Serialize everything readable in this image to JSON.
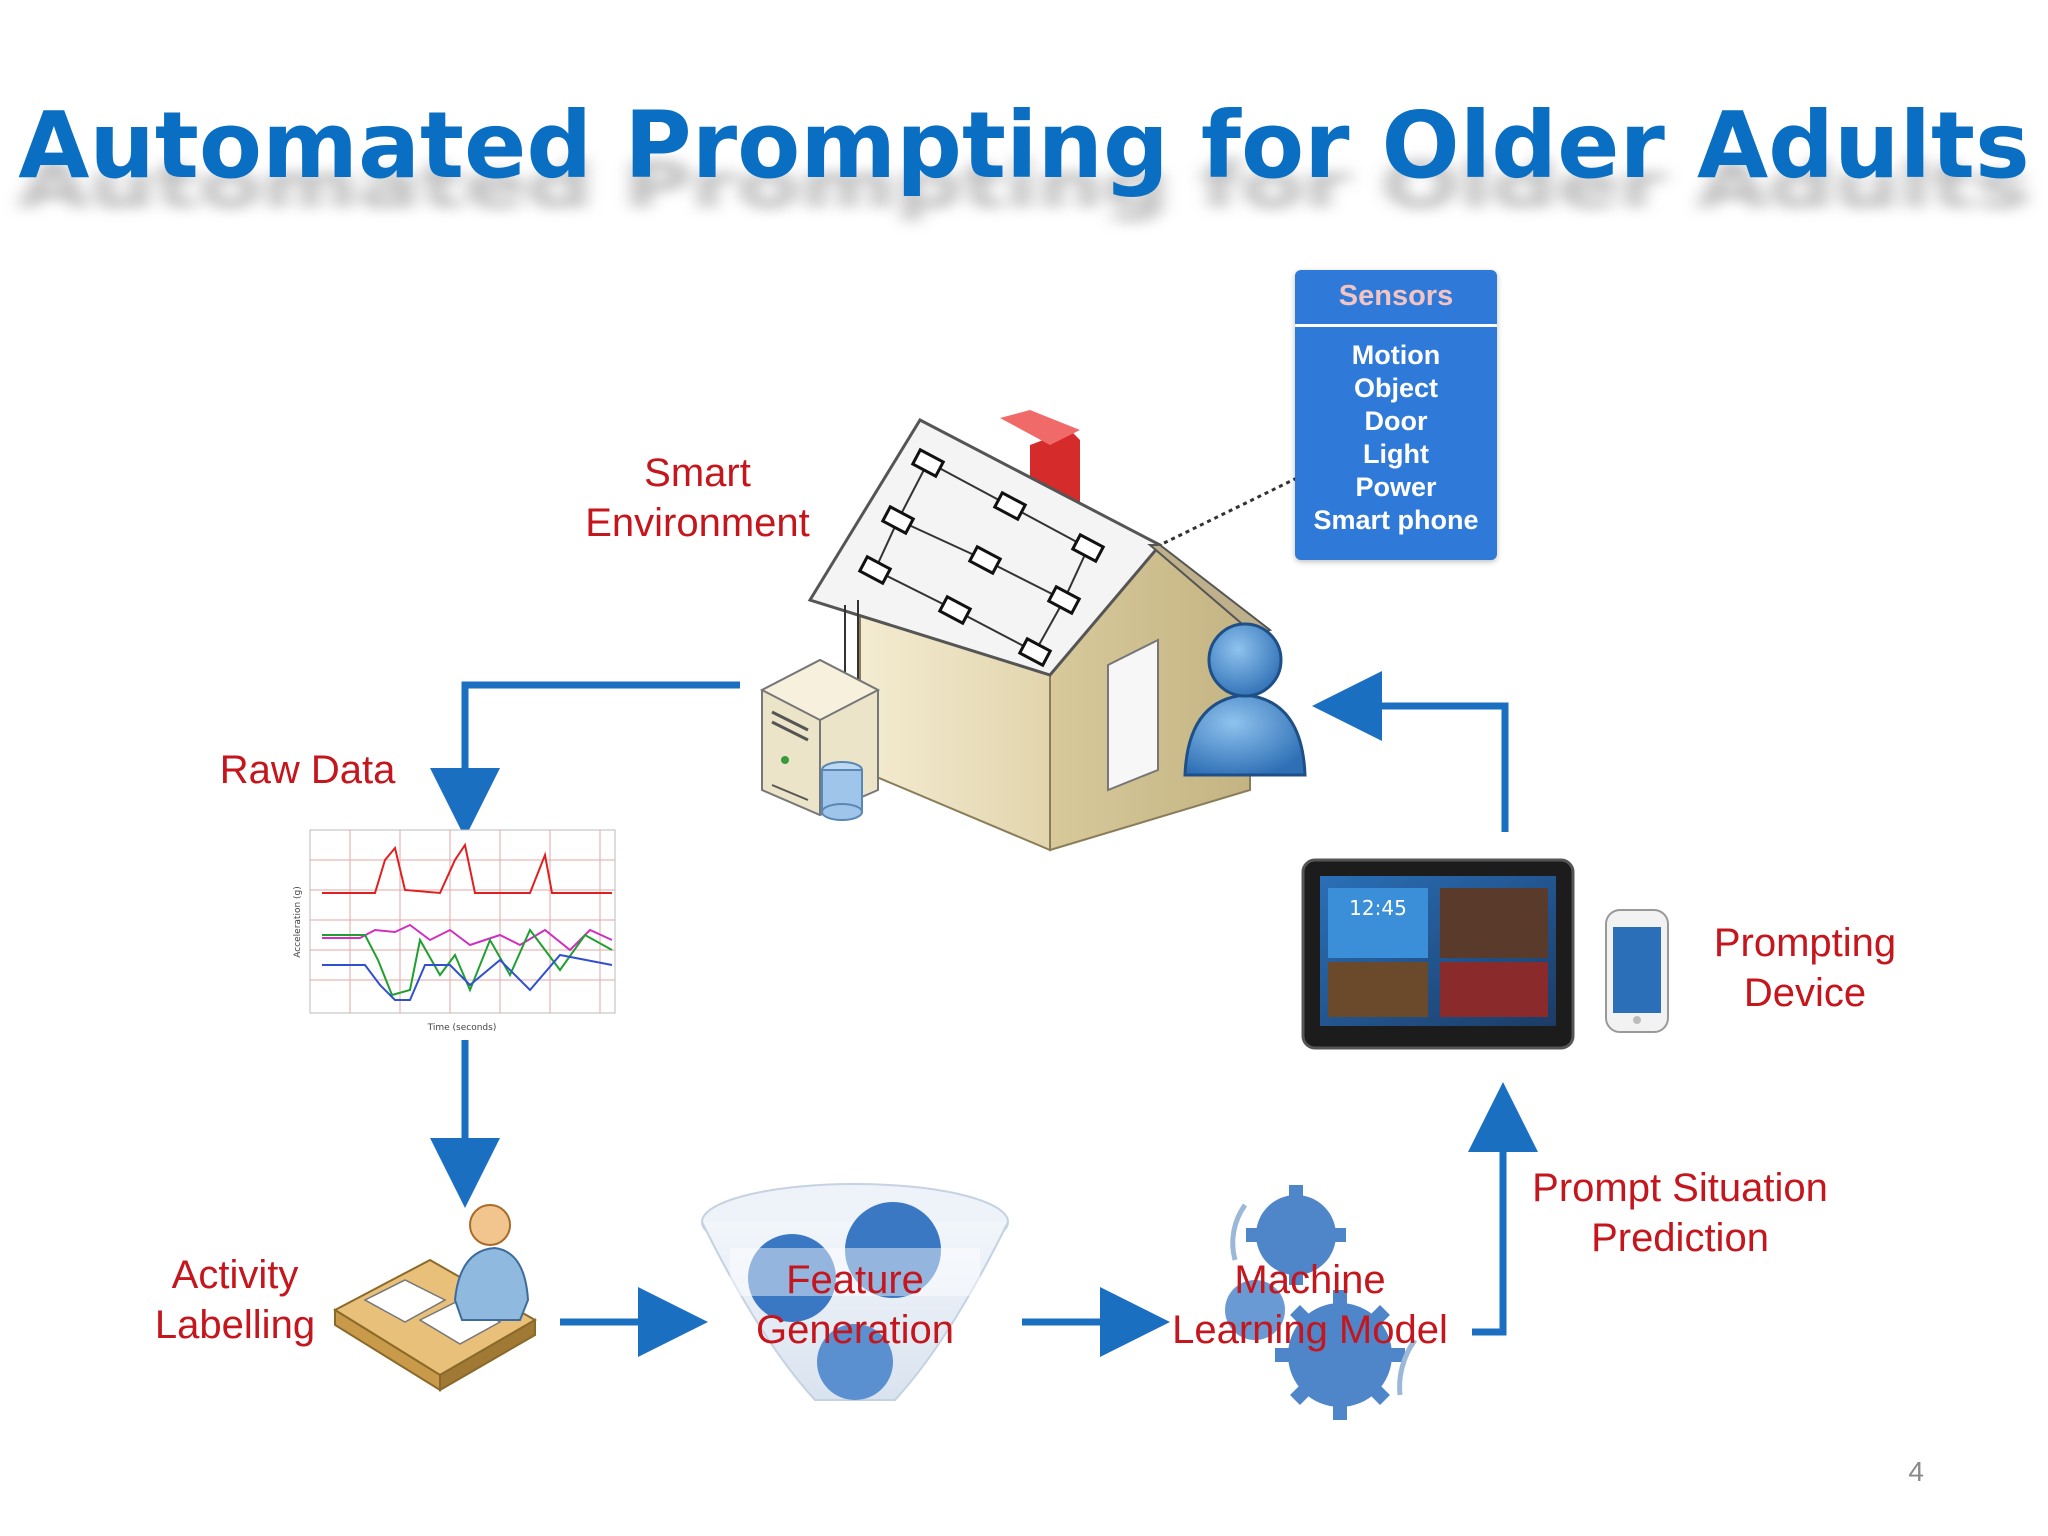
{
  "title": "Automated Prompting for Older Adults",
  "sensors": {
    "header": "Sensors",
    "items": [
      "Motion",
      "Object",
      "Door",
      "Light",
      "Power",
      "Smart phone"
    ]
  },
  "labels": {
    "smart_environment": [
      "Smart",
      "Environment"
    ],
    "raw_data": "Raw Data",
    "activity_labelling": [
      "Activity",
      "Labelling"
    ],
    "feature_generation": [
      "Feature",
      "Generation"
    ],
    "machine_learning_model": [
      "Machine",
      "Learning Model"
    ],
    "prompt_situation_prediction": [
      "Prompt Situation",
      "Prediction"
    ],
    "prompting_device": [
      "Prompting",
      "Device"
    ]
  },
  "page_number": "4",
  "colors": {
    "title": "#0a6fc2",
    "label": "#c4161c",
    "arrow": "#1a6fc0",
    "sensor_box": "#2f7ad8"
  },
  "icons": [
    "house-icon",
    "server-icon",
    "person-icon",
    "chart-icon",
    "desk-person-icon",
    "funnel-icon",
    "gears-icon",
    "tablet-icon",
    "phone-icon"
  ]
}
